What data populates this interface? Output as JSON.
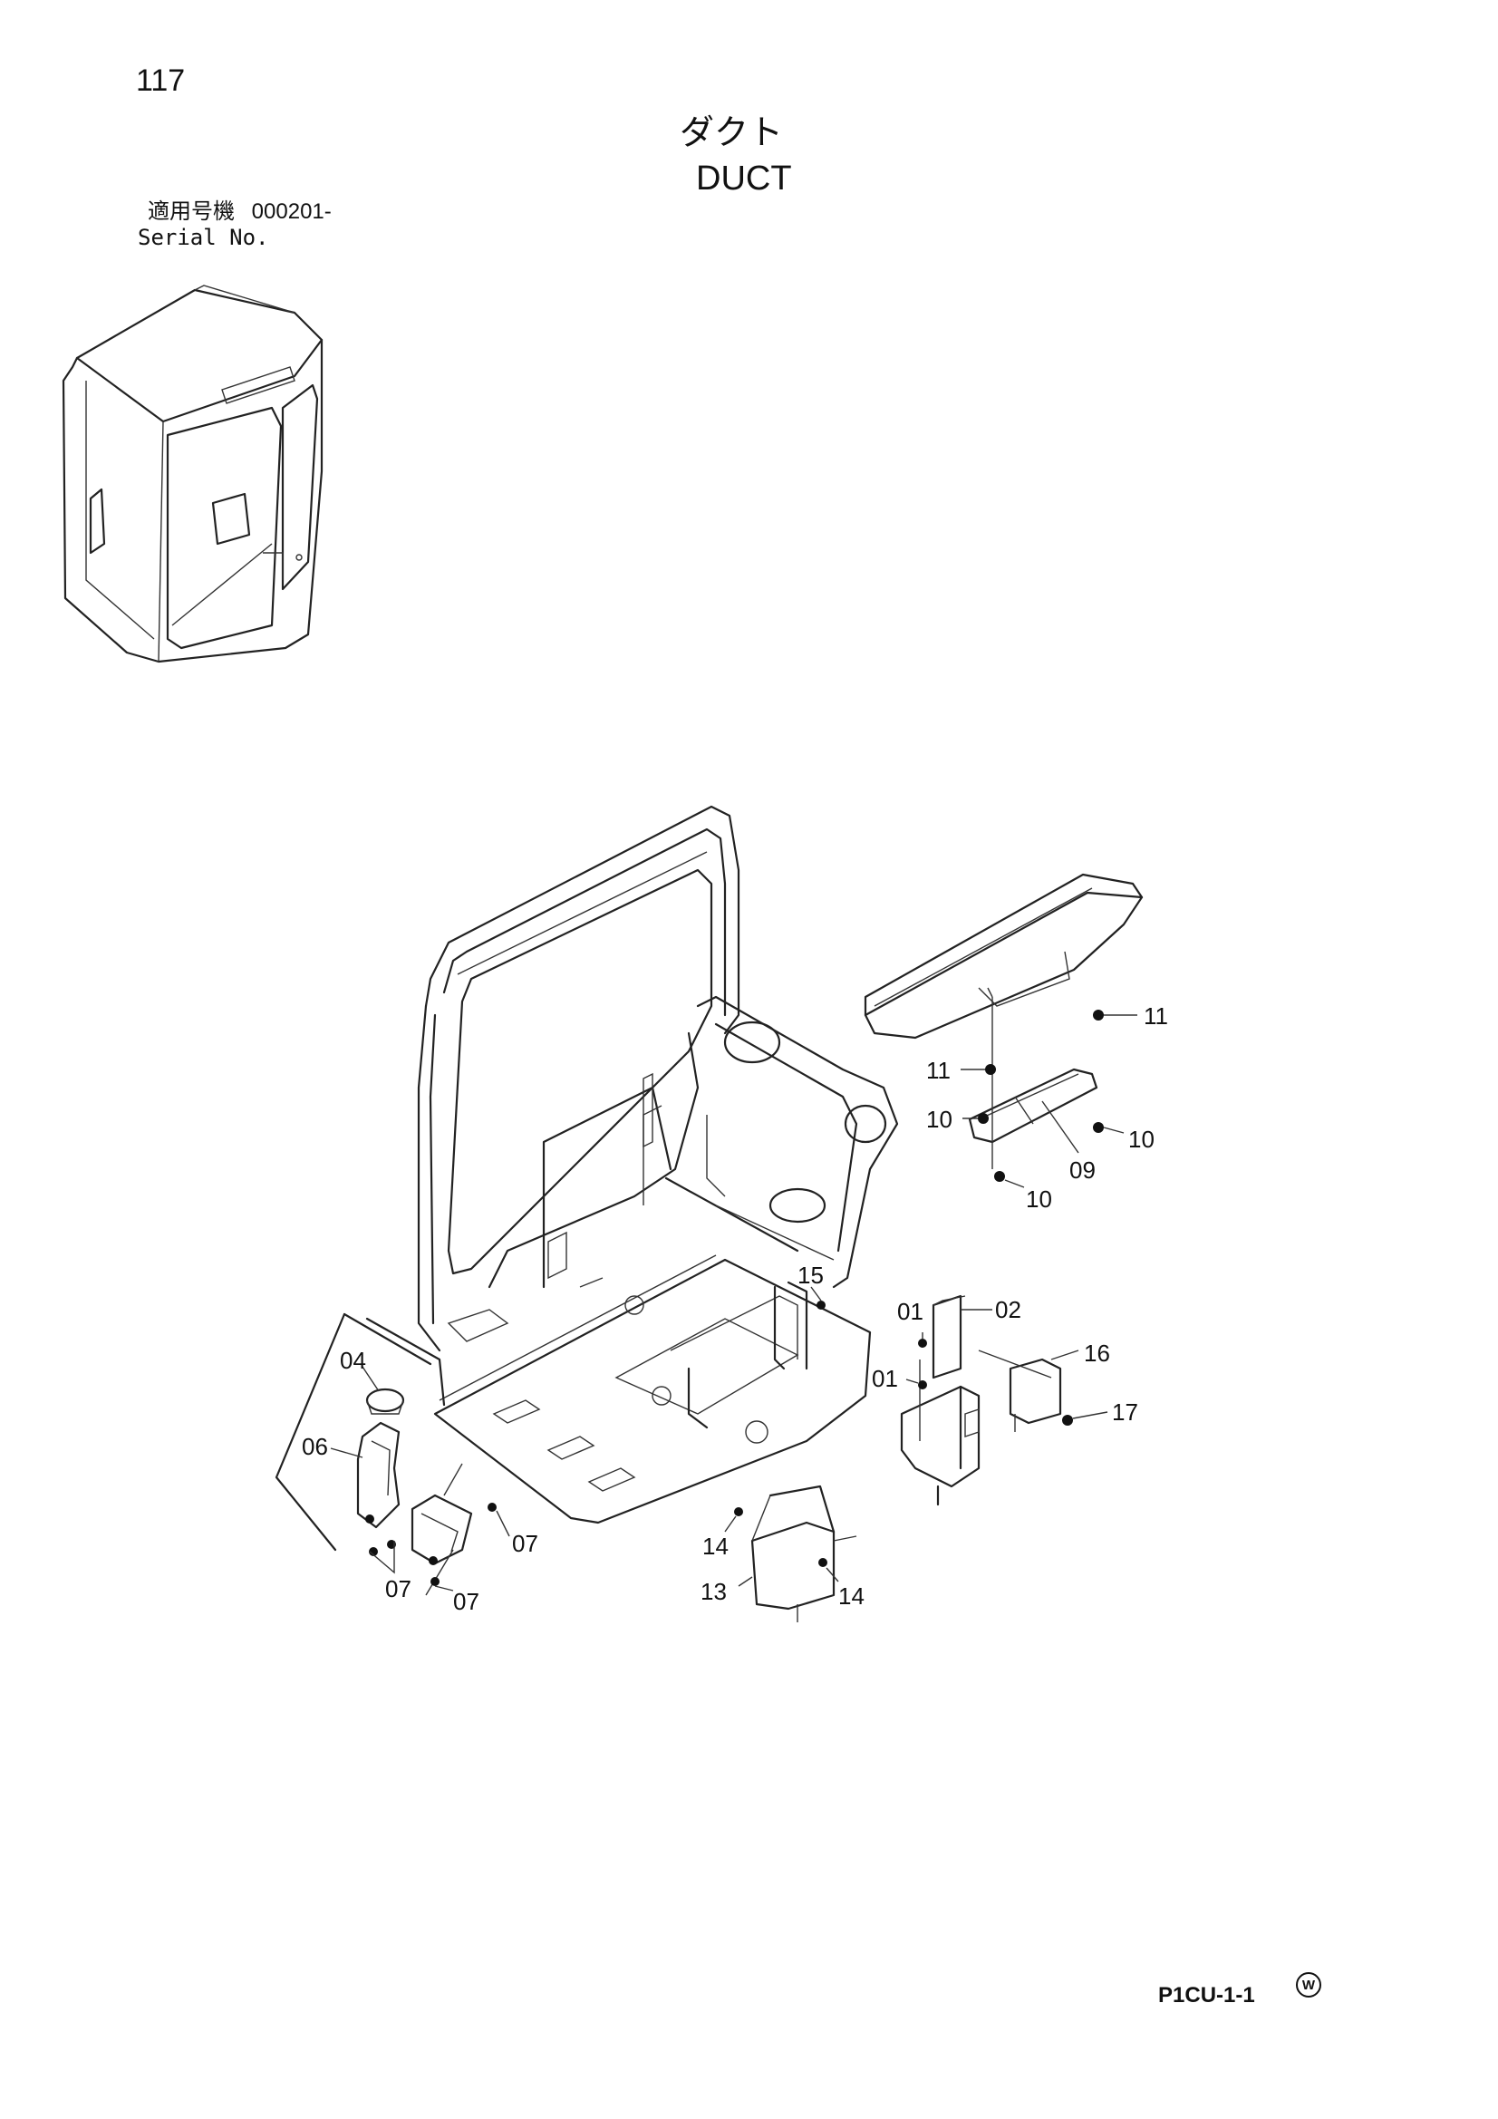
{
  "header": {
    "page_number": "117",
    "title_jp": "ダクト",
    "title_en": "DUCT",
    "serial_label_jp": "適用号機",
    "serial_range": "000201-",
    "serial_label_en": "Serial No."
  },
  "callouts": {
    "c01a": "01",
    "c01b": "01",
    "c02": "02",
    "c04": "04",
    "c06": "06",
    "c07a": "07",
    "c07b": "07",
    "c07c": "07",
    "c09": "09",
    "c10a": "10",
    "c10b": "10",
    "c10c": "10",
    "c11a": "11",
    "c11b": "11",
    "c13": "13",
    "c14a": "14",
    "c14b": "14",
    "c15": "15",
    "c16": "16",
    "c17": "17"
  },
  "footer": {
    "code": "P1CU-1-1",
    "mark": "W"
  }
}
